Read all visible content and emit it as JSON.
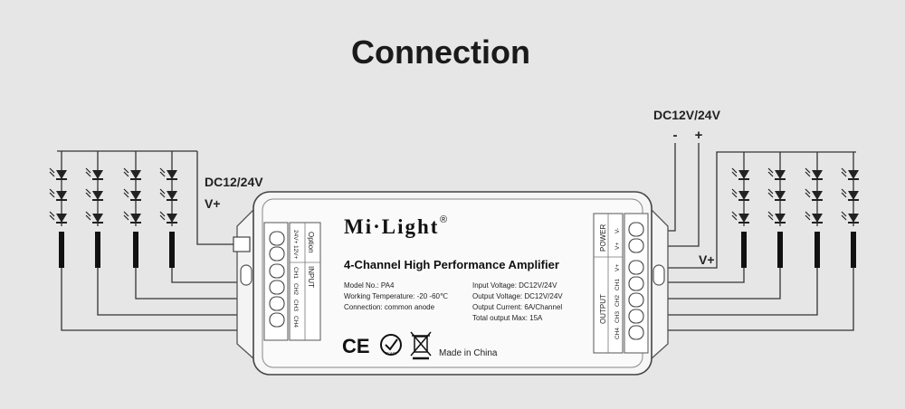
{
  "title": "Connection",
  "left_supply": {
    "voltage": "DC12/24V",
    "vplus": "V+"
  },
  "right_supply": {
    "voltage": "DC12V/24V",
    "minus": "-",
    "plus": "+",
    "vplus": "V+"
  },
  "device": {
    "brand": "Mi·Light",
    "registered": "®",
    "name": "4-Channel High Performance Amplifier",
    "specs_left": [
      "Model No.: PA4",
      "Working Temperature: -20 -60℃",
      "Connection: common anode"
    ],
    "specs_right": [
      "Input Voltage: DC12V/24V",
      "Output Voltage: DC12V/24V",
      "Output Current: 6A/Channel",
      "Total output Max: 15A"
    ],
    "made_in": "Made in China",
    "input_panel": {
      "option_label": "Option",
      "option_values": [
        "24V+",
        "12V+"
      ],
      "input_label": "INPUT",
      "channels": [
        "CH1",
        "CH2",
        "CH3",
        "CH4"
      ]
    },
    "output_panel": {
      "power_label": "POWER",
      "power_pins": [
        "V-",
        "V+"
      ],
      "vplus_pin": "V+",
      "output_label": "OUTPUT",
      "channels": [
        "CH1",
        "CH2",
        "CH3",
        "CH4"
      ]
    }
  },
  "marks": {
    "ce": "CE",
    "rohs": "RoHS"
  }
}
